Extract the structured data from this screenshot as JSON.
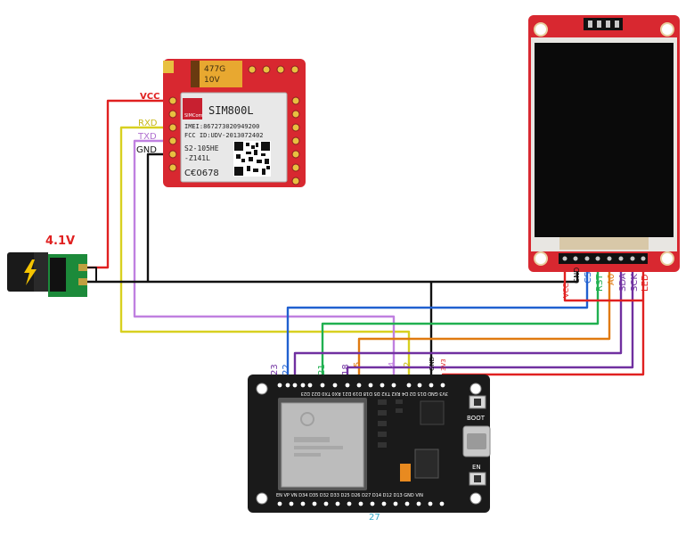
{
  "battery": {
    "voltage_label": "4.1V"
  },
  "sim800l": {
    "model": "SIM800L",
    "brand": "SIMCom",
    "imei": "IMEI:867273020949200",
    "fcc_id": "FCC ID:UDV-2013072402",
    "part_line1": "S2-105HE",
    "part_line2": "-Z141L",
    "ce_mark": "C€0678",
    "capacitor_line1": "477G",
    "capacitor_line2": "10V",
    "pins": {
      "vcc": "VCC",
      "rxd": "RXD",
      "txd": "TXD",
      "gnd": "GND"
    }
  },
  "tft": {
    "pins": [
      "GND",
      "VCC",
      "CS",
      "RST",
      "A0",
      "SDA",
      "SCK",
      "LED"
    ]
  },
  "esp32": {
    "button_boot": "BOOT",
    "button_en": "EN",
    "top_pin_row": "3V3 GND D15 D2 D4 RX2 TX2 D5 D18 D19 D21 RX0 TX0 D22 D23",
    "bottom_pin_row": "EN VP VN D34 D35 D32 D33 D25 D26 D27 D14 D12 D13 GND VIN",
    "gpio_labels": {
      "g23": "23",
      "g22": "22",
      "g21": "21",
      "g18": "18",
      "g5": "5",
      "g4": "4",
      "g2": "2",
      "gnd": "GND",
      "v3": "3V3",
      "g27": "27"
    }
  },
  "colors": {
    "red": "#e02020",
    "black": "#111111",
    "yellow": "#d8d020",
    "violet": "#c080e0",
    "blue": "#2060d0",
    "cyan": "#30a8c8",
    "green": "#20b050",
    "orange": "#e07a10",
    "purple": "#7030a0",
    "pcb_red": "#d82830",
    "board_black": "#1a1a1a"
  }
}
